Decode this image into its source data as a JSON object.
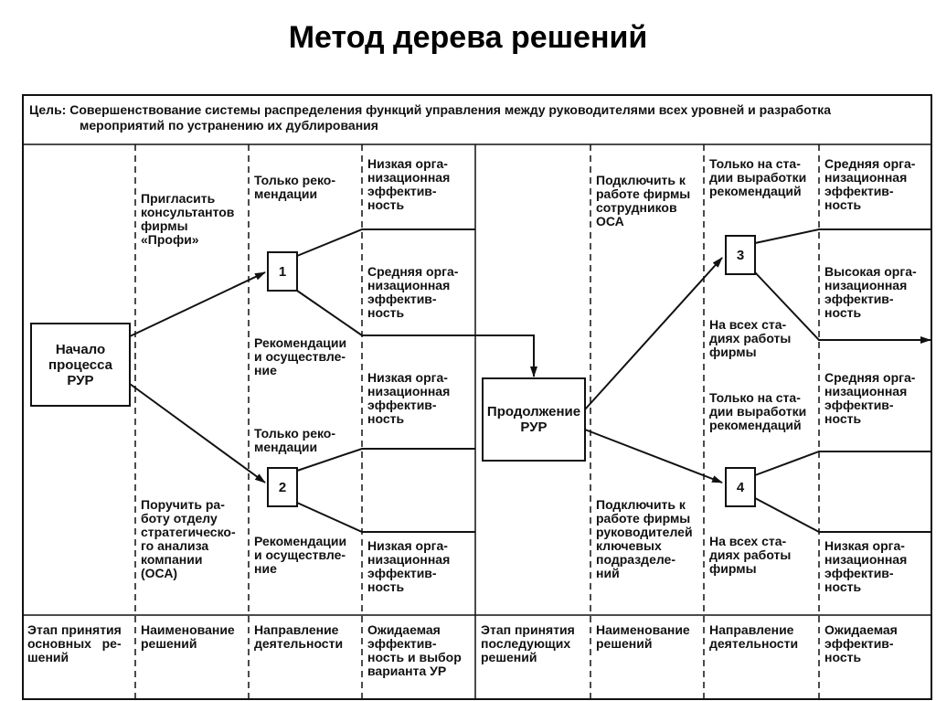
{
  "header": {
    "title": "Метод дерева решений"
  },
  "goal": {
    "line1": "Цель: Совершенствование системы распределения функций управления между руководителями всех уровней и разработка",
    "line2": "мероприятий по устранению их дублирования"
  },
  "boxes": {
    "start": "Начало\nпроцесса\nРУР",
    "continue": "Продолжение\nРУР"
  },
  "nodes": {
    "n1": "1",
    "n2": "2",
    "n3": "3",
    "n4": "4"
  },
  "decisions": {
    "invite": "Пригласить\nконсультантов\nфирмы\n«Профи»",
    "assign": "Поручить ра-\nботу отделу\nстратегическо-\nго анализа\nкомпании\n(ОСА)",
    "connect_osa": "Подключить к\nработе фирмы\nсотрудников\nОСА",
    "connect_heads": "Подключить к\nработе фирмы\nруководителей\nключевых\nподразделе-\nний"
  },
  "directions": {
    "d1_top": "Только реко-\nмендации",
    "d1_bottom": "Рекомендации\nи осуществле-\nние",
    "d2_top": "Только реко-\nмендации",
    "d2_bottom": "Рекомендации\nи осуществле-\nние",
    "d3_top": "Только на ста-\nдии выработки\nрекомендаций",
    "d3_bottom": "На всех ста-\nдиях работы\nфирмы",
    "d4_top": "Только на ста-\nдии выработки\nрекомендаций",
    "d4_bottom": "На всех ста-\nдиях работы\nфирмы"
  },
  "outcomes": {
    "o1": "Низкая орга-\nнизационная\nэффектив-\nность",
    "o2": "Средняя орга-\nнизационная\nэффектив-\nность",
    "o3": "Низкая орга-\nнизационная\nэффектив-\nность",
    "o4": "Низкая орга-\nнизационная\nэффектив-\nность",
    "o5": "Средняя орга-\nнизационная\nэффектив-\nность",
    "o6": "Высокая орга-\nнизационная\nэффектив-\nность",
    "o7": "Средняя орга-\nнизационная\nэффектив-\nность",
    "o8": "Низкая орга-\nнизационная\nэффектив-\nность"
  },
  "footer": {
    "c1": "Этап принятия\nосновных   ре-\nшений",
    "c2": "Наименование\nрешений",
    "c3": "Направление\nдеятельности",
    "c4": "Ожидаемая\nэффектив-\nность и выбор\nварианта УР",
    "c5": "Этап принятия\nпоследующих\nрешений",
    "c6": "Наименование\nрешений",
    "c7": "Направление\nдеятельности",
    "c8": "Ожидаемая\nэффектив-\nность"
  }
}
